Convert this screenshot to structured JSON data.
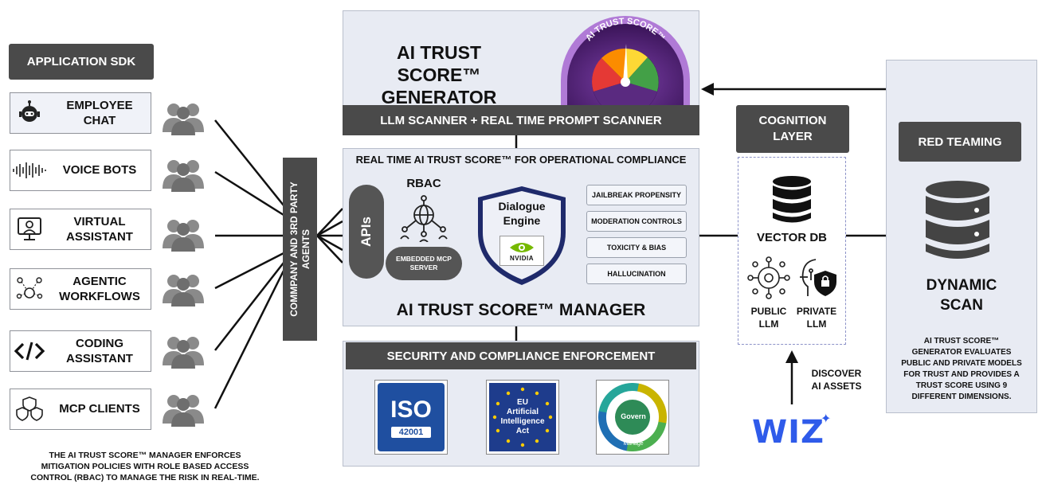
{
  "sdk": {
    "title": "APPLICATION SDK",
    "items": [
      {
        "label": "EMPLOYEE\nCHAT",
        "icon": "chatbot-icon"
      },
      {
        "label": "VOICE BOTS",
        "icon": "waveform-icon"
      },
      {
        "label": "VIRTUAL\nASSISTANT",
        "icon": "assistant-icon"
      },
      {
        "label": "AGENTIC\nWORKFLOWS",
        "icon": "workflow-icon"
      },
      {
        "label": "CODING\nASSISTANT",
        "icon": "code-icon"
      },
      {
        "label": "MCP CLIENTS",
        "icon": "shield-cluster-icon"
      }
    ],
    "note": "THE AI TRUST SCORE™ MANAGER ENFORCES\nMITIGATION POLICIES WITH ROLE BASED ACCESS\nCONTROL (RBAC) TO MANAGE THE RISK IN REAL-TIME."
  },
  "agents_bar": {
    "label": "COMMPANY AND 3RD PARTY\nAGENTS"
  },
  "generator": {
    "title": "AI TRUST SCORE™\nGENERATOR",
    "gauge_label": "AI TRUST SCORE™",
    "scanner": "LLM SCANNER + REAL TIME PROMPT SCANNER"
  },
  "manager": {
    "header": "REAL TIME AI TRUST SCORE™ FOR OPERATIONAL COMPLIANCE",
    "apis": "APIs",
    "rbac": "RBAC",
    "mcp_server": "EMBEDDED MCP\nSERVER",
    "dialogue": "Dialogue\nEngine",
    "nvidia": "NVIDIA",
    "checks": [
      "JAILBREAK PROPENSITY",
      "MODERATION CONTROLS",
      "TOXICITY & BIAS",
      "HALLUCINATION"
    ],
    "title": "AI TRUST SCORE™ MANAGER"
  },
  "enforcement": {
    "title": "SECURITY AND COMPLIANCE ENFORCEMENT",
    "iso_top": "ISO",
    "iso_num": "42001",
    "eu_text": "EU\nArtificial\nIntelligence\nAct",
    "nist_center": "Govern",
    "nist_bottom": "Manage"
  },
  "cognition": {
    "title": "COGNITION\nLAYER",
    "vector": "VECTOR DB",
    "public": "PUBLIC\nLLM",
    "private": "PRIVATE\nLLM"
  },
  "red_team": {
    "title": "RED TEAMING",
    "scan": "DYNAMIC\nSCAN",
    "desc": "AI TRUST SCORE™\nGENERATOR EVALUATES\nPUBLIC AND PRIVATE MODELS\nFOR TRUST AND PROVIDES A\nTRUST SCORE USING 9\nDIFFERENT DIMENSIONS."
  },
  "wiz": {
    "logo": "WIZ",
    "discover": "DISCOVER\nAI ASSETS"
  },
  "colors": {
    "dark": "#4a4a4a",
    "panel": "#e8ebf3",
    "navy": "#1f2a6b",
    "wiz_blue": "#2f5bea",
    "nvidia_green": "#76b900"
  }
}
